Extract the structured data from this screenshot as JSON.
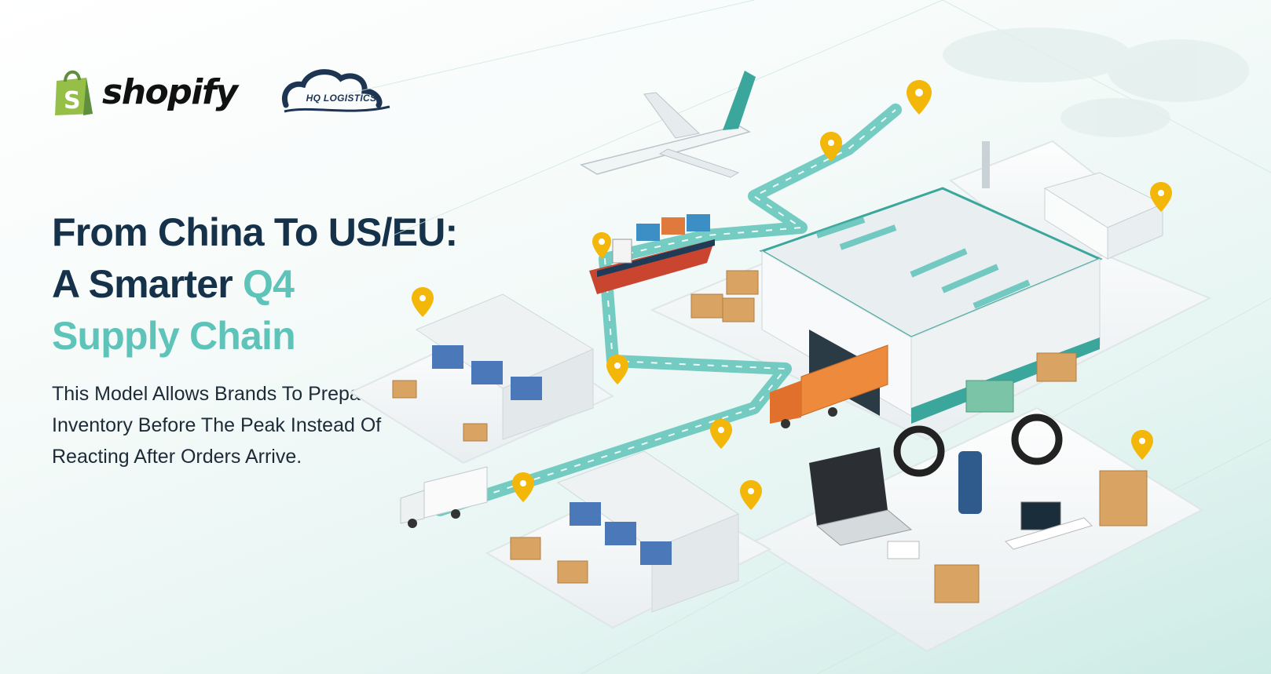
{
  "logos": {
    "shopify": "shopify",
    "hq": "HQ LOGISTICS"
  },
  "headline": {
    "line1": "From China To US/EU:",
    "line2_main": "A Smarter ",
    "line2_accent": "Q4",
    "line3": "Supply Chain"
  },
  "subtext": "This Model Allows Brands To Prepare Inventory Before The Peak Instead Of Reacting After Orders Arrive.",
  "colors": {
    "navy": "#16324a",
    "teal": "#5ec3b9",
    "shopify_green": "#95bf47",
    "pin_yellow": "#f3b70a"
  }
}
